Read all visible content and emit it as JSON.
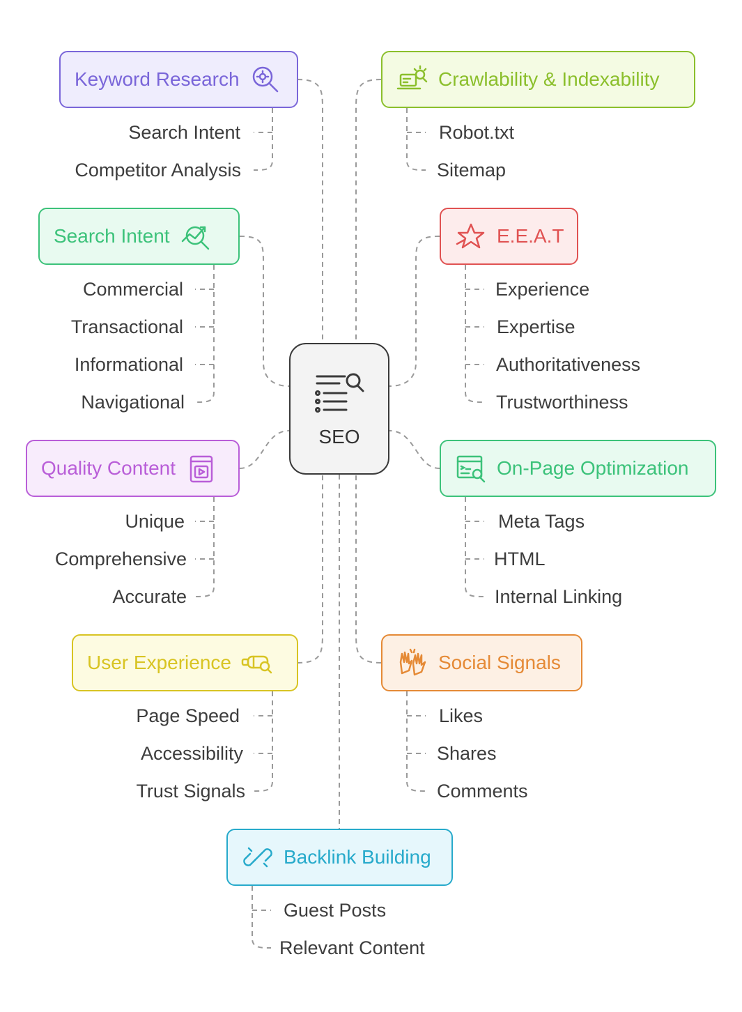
{
  "center": {
    "label": "SEO",
    "icon": "seo-search-list-icon"
  },
  "nodes": [
    {
      "id": "keyword-research",
      "label": "Keyword Research",
      "icon": "keyword-research-icon",
      "color": "#7a66d9",
      "bg": "#efedfd",
      "items": [
        "Search Intent",
        "Competitor Analysis"
      ]
    },
    {
      "id": "crawlability",
      "label": "Crawlability & Indexability",
      "icon": "crawler-laptop-icon",
      "color": "#8bbf2c",
      "bg": "#f4fbe3",
      "items": [
        "Robot.txt",
        "Sitemap"
      ]
    },
    {
      "id": "search-intent",
      "label": "Search Intent",
      "icon": "trend-search-icon",
      "color": "#3cc27a",
      "bg": "#e8faf0",
      "items": [
        "Commercial",
        "Transactional",
        "Informational",
        "Navigational"
      ]
    },
    {
      "id": "eeat",
      "label": "E.E.A.T",
      "icon": "star-icon",
      "color": "#e05252",
      "bg": "#fdecec",
      "items": [
        "Experience",
        "Expertise",
        "Authoritativeness",
        "Trustworthiness"
      ]
    },
    {
      "id": "quality-content",
      "label": "Quality Content",
      "icon": "video-document-icon",
      "color": "#b95ed8",
      "bg": "#f8ecfc",
      "items": [
        "Unique",
        "Comprehensive",
        "Accurate"
      ]
    },
    {
      "id": "on-page",
      "label": "On-Page Optimization",
      "icon": "browser-search-icon",
      "color": "#3cc27a",
      "bg": "#e8faf0",
      "items": [
        "Meta Tags",
        "HTML",
        "Internal Linking"
      ]
    },
    {
      "id": "user-experience",
      "label": "User Experience",
      "icon": "vr-headset-icon",
      "color": "#d8c423",
      "bg": "#fdfbe1",
      "items": [
        "Page Speed",
        "Accessibility",
        "Trust Signals"
      ]
    },
    {
      "id": "social-signals",
      "label": "Social Signals",
      "icon": "high-five-hands-icon",
      "color": "#e58a36",
      "bg": "#fdf0e4",
      "items": [
        "Likes",
        "Shares",
        "Comments"
      ]
    },
    {
      "id": "backlink-building",
      "label": "Backlink Building",
      "icon": "link-icon",
      "color": "#27aacb",
      "bg": "#e6f7fc",
      "items": [
        "Guest Posts",
        "Relevant Content"
      ]
    }
  ]
}
